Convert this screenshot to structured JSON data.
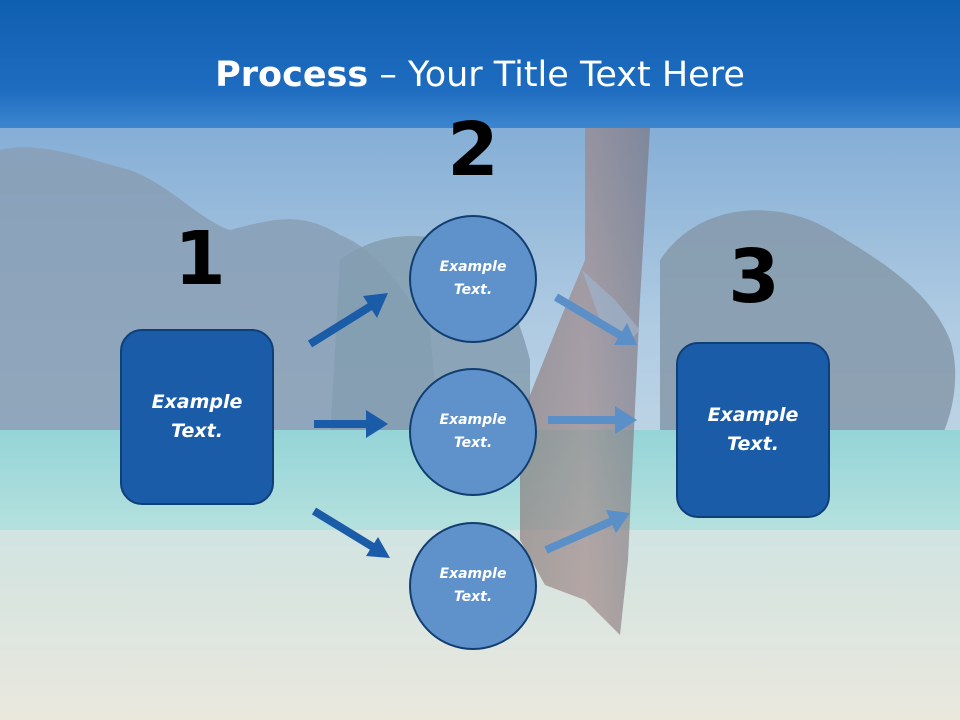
{
  "title": {
    "bold": "Process",
    "rest": " – Your Title Text Here"
  },
  "steps": {
    "one": {
      "number": "1",
      "label": "Example Text."
    },
    "two": {
      "number": "2",
      "items": [
        {
          "label": "Example Text."
        },
        {
          "label": "Example Text."
        },
        {
          "label": "Example Text."
        }
      ]
    },
    "three": {
      "number": "3",
      "label": "Example Text."
    }
  },
  "colors": {
    "title_bar": "#1565b8",
    "box_fill": "#1b5ca8",
    "circle_fill": "#5f92ca",
    "arrow_dark": "#1b5ca8",
    "arrow_light": "#5b8fc8"
  }
}
